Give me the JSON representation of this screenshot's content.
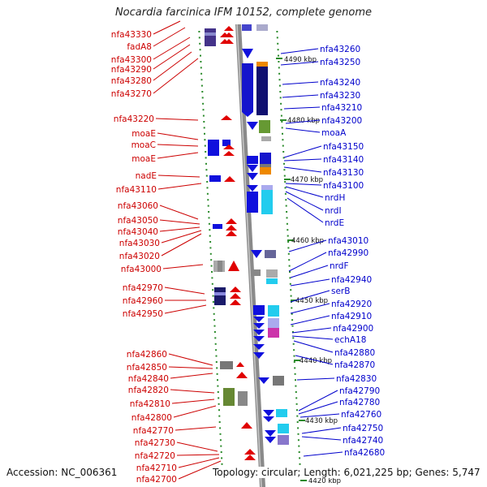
{
  "title": "Nocardia farcinica IFM 10152, complete genome",
  "accession": "Accession: NC_006361",
  "topology": "Topology: circular; Length: 6,021,225 bp; Genes: 5,747",
  "colors": {
    "left_label": "#cc0000",
    "right_label": "#0000cc",
    "tick": "#2a8a2a",
    "backbone": "#8a8a8a"
  },
  "kbp_markers": [
    "4490 kbp",
    "4480 kbp",
    "4470 kbp",
    "4460 kbp",
    "4450 kbp",
    "4440 kbp",
    "4430 kbp",
    "4420 kbp"
  ],
  "left_labels": [
    "nfa43330",
    "fadA8",
    "nfa43300",
    "nfa43290",
    "nfa43280",
    "nfa43270",
    "nfa43220",
    "moaE",
    "moaC",
    "moaE",
    "nadE",
    "nfa43110",
    "nfa43060",
    "nfa43050",
    "nfa43040",
    "nfa43030",
    "nfa43020",
    "nfa43000",
    "nfa42970",
    "nfa42960",
    "nfa42950",
    "nfa42860",
    "nfa42850",
    "nfa42840",
    "nfa42820",
    "nfa42810",
    "nfa42800",
    "nfa42770",
    "nfa42730",
    "nfa42720",
    "nfa42710",
    "nfa42700"
  ],
  "right_labels": [
    "nfa43260",
    "nfa43250",
    "nfa43240",
    "nfa43230",
    "nfa43210",
    "nfa43200",
    "moaA",
    "nfa43150",
    "nfa43140",
    "nfa43130",
    "nfa43100",
    "nrdH",
    "nrdI",
    "nrdE",
    "nfa43010",
    "nfa42990",
    "nrdF",
    "nfa42940",
    "serB",
    "nfa42920",
    "nfa42910",
    "nfa42900",
    "echA18",
    "nfa42880",
    "nfa42870",
    "nfa42830",
    "nfa42790",
    "nfa42780",
    "nfa42760",
    "nfa42750",
    "nfa42740",
    "nfa42680"
  ]
}
